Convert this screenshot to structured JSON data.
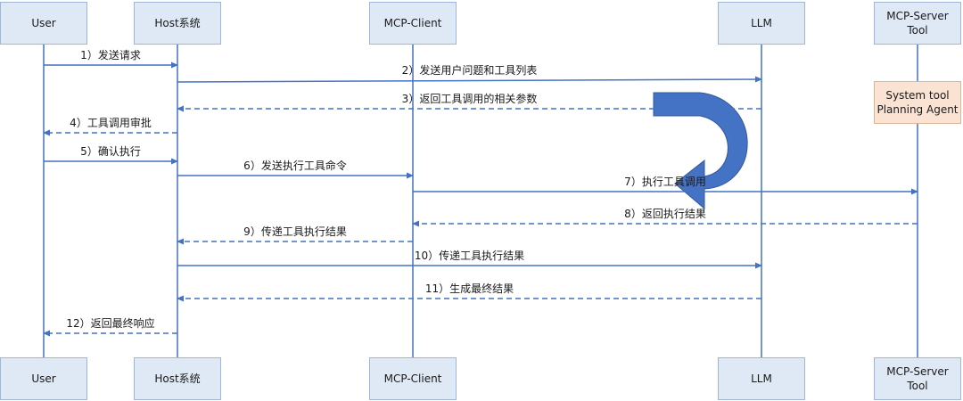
{
  "participants": [
    {
      "id": "user",
      "label": "User"
    },
    {
      "id": "host",
      "label": "Host系统"
    },
    {
      "id": "client",
      "label": "MCP-Client"
    },
    {
      "id": "llm",
      "label": "LLM"
    },
    {
      "id": "server",
      "label": "MCP-Server\nTool"
    }
  ],
  "note": {
    "label": "System tool\nPlanning Agent"
  },
  "messages": [
    {
      "label": "1）发送请求",
      "from": "user",
      "to": "host",
      "style": "solid"
    },
    {
      "label": "2）发送用户问题和工具列表",
      "from": "host",
      "to": "llm",
      "style": "solid"
    },
    {
      "label": "3）返回工具调用的相关参数",
      "from": "llm",
      "to": "host",
      "style": "dashed"
    },
    {
      "label": "4）工具调用审批",
      "from": "host",
      "to": "user",
      "style": "dashed"
    },
    {
      "label": "5）确认执行",
      "from": "user",
      "to": "host",
      "style": "solid"
    },
    {
      "label": "6）发送执行工具命令",
      "from": "host",
      "to": "client",
      "style": "solid"
    },
    {
      "label": "7）执行工具调用",
      "from": "client",
      "to": "server",
      "style": "solid"
    },
    {
      "label": "8）返回执行结果",
      "from": "server",
      "to": "client",
      "style": "dashed"
    },
    {
      "label": "9）传递工具执行结果",
      "from": "client",
      "to": "host",
      "style": "dashed"
    },
    {
      "label": "10）传递工具执行结果",
      "from": "host",
      "to": "llm",
      "style": "solid"
    },
    {
      "label": "11）生成最终结果",
      "from": "llm",
      "to": "host",
      "style": "dashed"
    },
    {
      "label": "12）返回最终响应",
      "from": "host",
      "to": "user",
      "style": "dashed"
    }
  ],
  "colors": {
    "line": "#4472c4",
    "box_fill": "#dfe9f5",
    "note_fill": "#fbe3d3",
    "turn_arrow": "#4472c4"
  }
}
